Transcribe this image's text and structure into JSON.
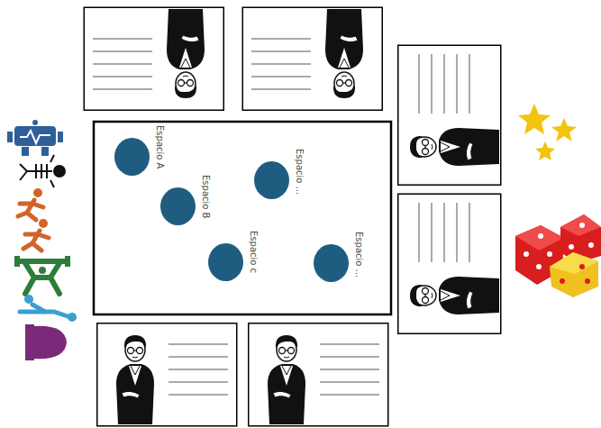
{
  "diagram": {
    "nodes": [
      {
        "text": [
          "Espacio A"
        ]
      },
      {
        "text": [
          "Espacio ..."
        ]
      },
      {
        "text": [
          "Espacio B"
        ]
      },
      {
        "text": [
          "Espacio c"
        ]
      },
      {
        "text": [
          "Espacio ..."
        ]
      }
    ]
  }
}
